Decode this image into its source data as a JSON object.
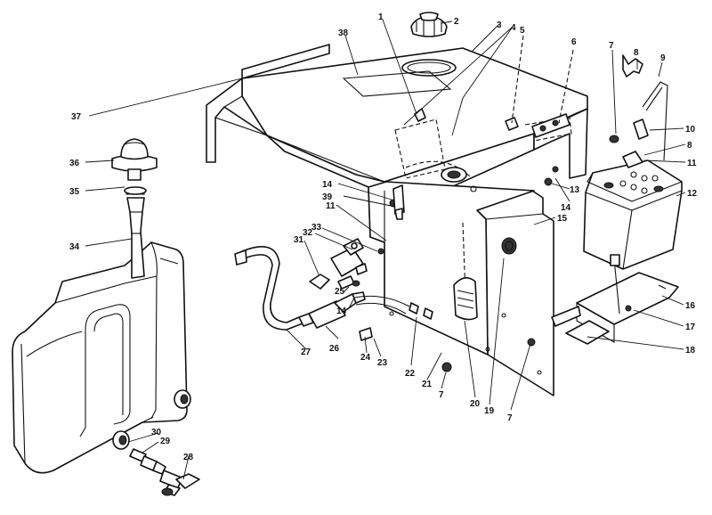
{
  "callouts": [
    {
      "id": "c1",
      "text": "1"
    },
    {
      "id": "c2",
      "text": "2"
    },
    {
      "id": "c3",
      "text": "3"
    },
    {
      "id": "c4",
      "text": "4"
    },
    {
      "id": "c5",
      "text": "5"
    },
    {
      "id": "c6",
      "text": "6"
    },
    {
      "id": "c7a",
      "text": "7"
    },
    {
      "id": "c8a",
      "text": "8"
    },
    {
      "id": "c9",
      "text": "9"
    },
    {
      "id": "c10",
      "text": "10"
    },
    {
      "id": "c8b",
      "text": "8"
    },
    {
      "id": "c11a",
      "text": "11"
    },
    {
      "id": "c12",
      "text": "12"
    },
    {
      "id": "c13",
      "text": "13"
    },
    {
      "id": "c14a",
      "text": "14"
    },
    {
      "id": "c15",
      "text": "15"
    },
    {
      "id": "c16",
      "text": "16"
    },
    {
      "id": "c17",
      "text": "17"
    },
    {
      "id": "c18",
      "text": "18"
    },
    {
      "id": "c19",
      "text": "19"
    },
    {
      "id": "c20",
      "text": "20"
    },
    {
      "id": "c7b",
      "text": "7"
    },
    {
      "id": "c7c",
      "text": "7"
    },
    {
      "id": "c21",
      "text": "21"
    },
    {
      "id": "c22",
      "text": "22"
    },
    {
      "id": "c23",
      "text": "23"
    },
    {
      "id": "c24",
      "text": "24"
    },
    {
      "id": "c25",
      "text": "25"
    },
    {
      "id": "c14b",
      "text": "14"
    },
    {
      "id": "c26",
      "text": "26"
    },
    {
      "id": "c27",
      "text": "27"
    },
    {
      "id": "c28",
      "text": "28"
    },
    {
      "id": "c29",
      "text": "29"
    },
    {
      "id": "c30",
      "text": "30"
    },
    {
      "id": "c31",
      "text": "31"
    },
    {
      "id": "c32",
      "text": "32"
    },
    {
      "id": "c33",
      "text": "33"
    },
    {
      "id": "c11b",
      "text": "11"
    },
    {
      "id": "c39",
      "text": "39"
    },
    {
      "id": "c14c",
      "text": "14"
    },
    {
      "id": "c34",
      "text": "34"
    },
    {
      "id": "c35",
      "text": "35"
    },
    {
      "id": "c36",
      "text": "36"
    },
    {
      "id": "c37",
      "text": "37"
    },
    {
      "id": "c38",
      "text": "38"
    }
  ]
}
